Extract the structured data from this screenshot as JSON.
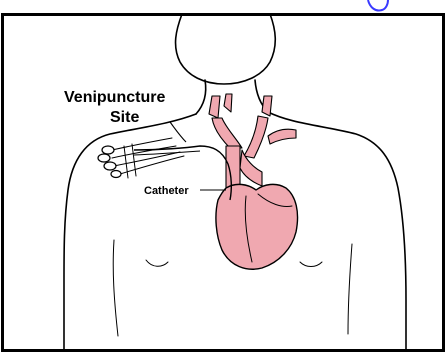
{
  "labels": {
    "venipuncture_line1": "Venipuncture",
    "venipuncture_line2": "Site",
    "catheter": "Catheter"
  },
  "colors": {
    "heart_fill": "#f0a8b0",
    "frame_border": "#000000",
    "top_edge_fragment": "#3a3aff"
  }
}
